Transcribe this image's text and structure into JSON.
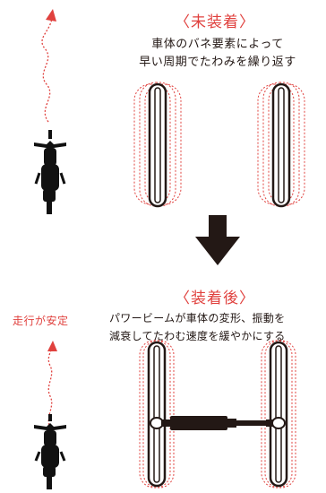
{
  "before": {
    "heading": "〈未装着〉",
    "caption_line1": "車体のバネ要素によって",
    "caption_line2": "早い周期でたわみを繰り返す"
  },
  "after": {
    "heading": "〈装着後〉",
    "caption_line1": "パワービームが車体の変形、振動を",
    "caption_line2": "減衰してたわむ速度を緩やかにする",
    "stable_label": "走行が安定"
  },
  "colors": {
    "accent": "#e0413e",
    "ink": "#231815"
  },
  "icons": [
    "squiggle-path-arrow",
    "motorcycle-silhouette",
    "tire-outline",
    "down-arrow",
    "power-beam-bar"
  ]
}
